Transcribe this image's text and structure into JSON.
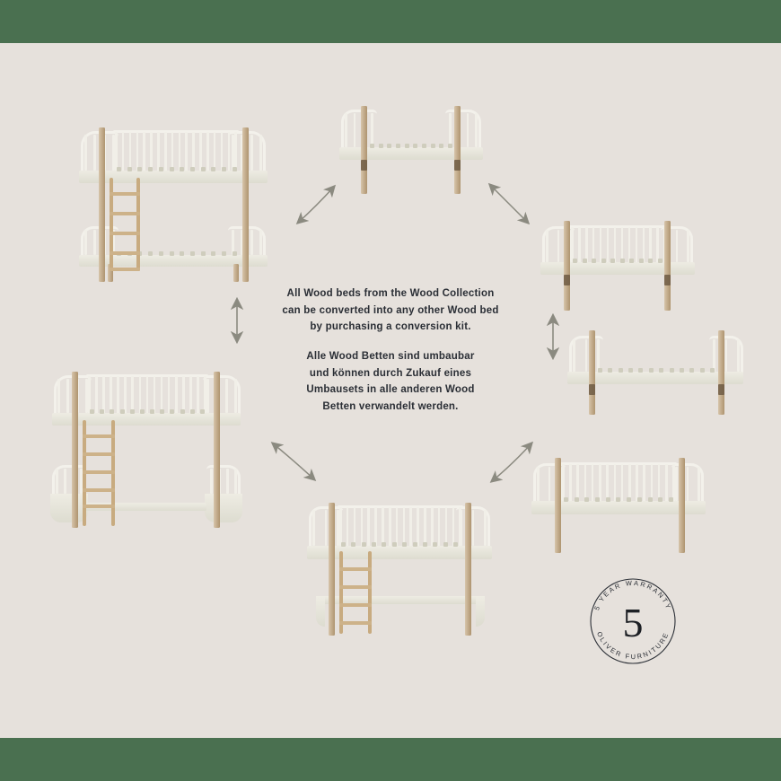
{
  "meta": {
    "background_color": "#e6e1dc",
    "band_color": "#4a7050",
    "text_color": "#2a2e35",
    "arrow_color": "#8b8a80",
    "wood_color": "#c2a57c",
    "white_color": "#f3f1eb"
  },
  "center_text": {
    "english": [
      "All Wood beds from the Wood Collection",
      "can be converted into any other Wood bed",
      "by purchasing a conversion kit."
    ],
    "german": [
      "Alle Wood Betten sind umbaubar",
      "und können durch Zukauf eines",
      "Umbausets in alle anderen Wood",
      "Betten verwandelt werden."
    ]
  },
  "badge": {
    "top_arc_text": "5 YEAR WARRANTY",
    "bottom_arc_text": "OLIVER FURNITURE",
    "number": "5"
  },
  "products": [
    {
      "id": "bunk-bed",
      "name": "Bunk Bed",
      "position": "top-left"
    },
    {
      "id": "junior-bed",
      "name": "Junior Bed",
      "position": "top-center"
    },
    {
      "id": "day-bed-junior",
      "name": "Junior Day Bed",
      "position": "right-upper"
    },
    {
      "id": "single-bed",
      "name": "Single Bed",
      "position": "right-middle"
    },
    {
      "id": "day-bed-single",
      "name": "Single Day Bed",
      "position": "right-lower"
    },
    {
      "id": "low-loft-bed",
      "name": "Low Loft Bed",
      "position": "bottom-center"
    },
    {
      "id": "loft-bed",
      "name": "Loft Bed",
      "position": "bottom-left"
    }
  ],
  "arrows": [
    {
      "id": "arrow-bunk-to-junior",
      "direction": "diagonal-up-right",
      "label": "convertible"
    },
    {
      "id": "arrow-junior-to-daybed",
      "direction": "diagonal-down-right",
      "label": "convertible"
    },
    {
      "id": "arrow-daybed-to-single",
      "direction": "vertical",
      "label": "convertible"
    },
    {
      "id": "arrow-bunk-to-loft",
      "direction": "vertical",
      "label": "convertible"
    },
    {
      "id": "arrow-loft-to-lowloft",
      "direction": "diagonal-down-right",
      "label": "convertible"
    },
    {
      "id": "arrow-lowloft-to-singledaybed",
      "direction": "diagonal-up-right",
      "label": "convertible"
    }
  ]
}
